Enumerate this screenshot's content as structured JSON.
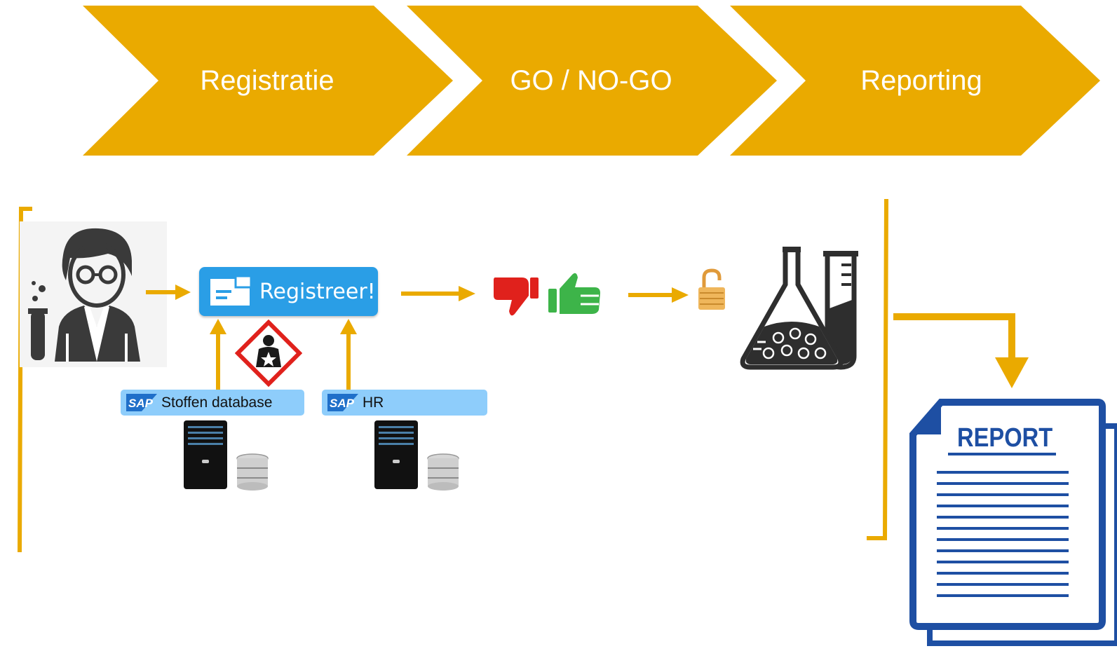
{
  "steps": [
    {
      "label": "Registratie"
    },
    {
      "label": "GO / NO-GO"
    },
    {
      "label": "Reporting"
    }
  ],
  "register_button": {
    "label": "Registreer!"
  },
  "sources": [
    {
      "logo": "SAP",
      "label": "Stoffen database"
    },
    {
      "logo": "SAP",
      "label": "HR"
    }
  ],
  "report": {
    "title": "REPORT"
  },
  "icons": {
    "scientist": "scientist-icon",
    "form": "form-icon",
    "hazard": "health-hazard-icon",
    "thumbs_down": "thumbs-down-icon",
    "thumbs_up": "thumbs-up-icon",
    "lock": "unlocked-padlock-icon",
    "lab": "lab-flask-icon",
    "server": "server-icon",
    "database": "database-icon",
    "report": "report-document-icon"
  },
  "colors": {
    "accent": "#eaaa00",
    "button": "#2a9ee6",
    "sap_bar": "#8ecdfb",
    "report_blue": "#1e4fa3",
    "thumbs_down": "#e0211c",
    "thumbs_up": "#3db449"
  }
}
